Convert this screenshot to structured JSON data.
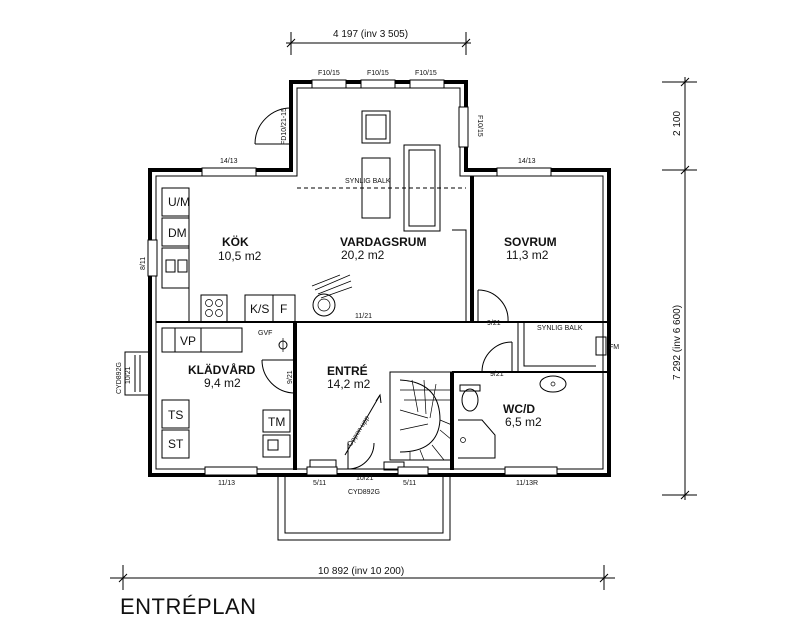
{
  "title": "ENTRÉPLAN",
  "rooms": {
    "kok": {
      "name": "KÖK",
      "area": "10,5 m2"
    },
    "vardagsrum": {
      "name": "VARDAGSRUM",
      "area": "20,2 m2"
    },
    "sovrum": {
      "name": "SOVRUM",
      "area": "11,3 m2"
    },
    "kladvard": {
      "name": "KLÄDVÅRD",
      "area": "9,4 m2"
    },
    "entre": {
      "name": "ENTRÉ",
      "area": "14,2 m2"
    },
    "wcd": {
      "name": "WC/D",
      "area": "6,5 m2"
    }
  },
  "fixtures": {
    "um": "U/M",
    "dm": "DM",
    "ks": "K/S",
    "f": "F",
    "vp": "VP",
    "ts": "TS",
    "st": "ST",
    "tm": "TM",
    "gvf": "GVF",
    "fm": "FM"
  },
  "notes": {
    "synlig_balk": "SYNLIG BALK",
    "oppen_upp": "Öppen upp"
  },
  "windows": {
    "f10_15_a": "F10/15",
    "f10_15_b": "F10/15",
    "f10_15_c": "F10/15",
    "f10_15_side": "F10/15",
    "fd10_21_15": "FD10/21-15",
    "w14_13_left": "14/13",
    "w14_13_right": "14/13",
    "w8_11": "8/11",
    "w11_13": "11/13",
    "w5_11_left": "5/11",
    "w5_11_right": "5/11",
    "w11_13r": "11/13R"
  },
  "doors": {
    "d11_21": "11/21",
    "d9_21_sovrum": "9/21",
    "d9_21_wc": "9/21",
    "d9_21_klad": "9/21",
    "d10_21_front": "10/21",
    "cyd892g_front": "CYD892G",
    "d10_21_side": "10/21",
    "cyd892g_side": "CYD892G"
  },
  "dimensions": {
    "top_width": "4 197 (inv 3 505)",
    "right_upper": "2 100",
    "right_total": "7 292 (inv 6 600)",
    "bottom_width": "10 892 (inv 10 200)"
  }
}
